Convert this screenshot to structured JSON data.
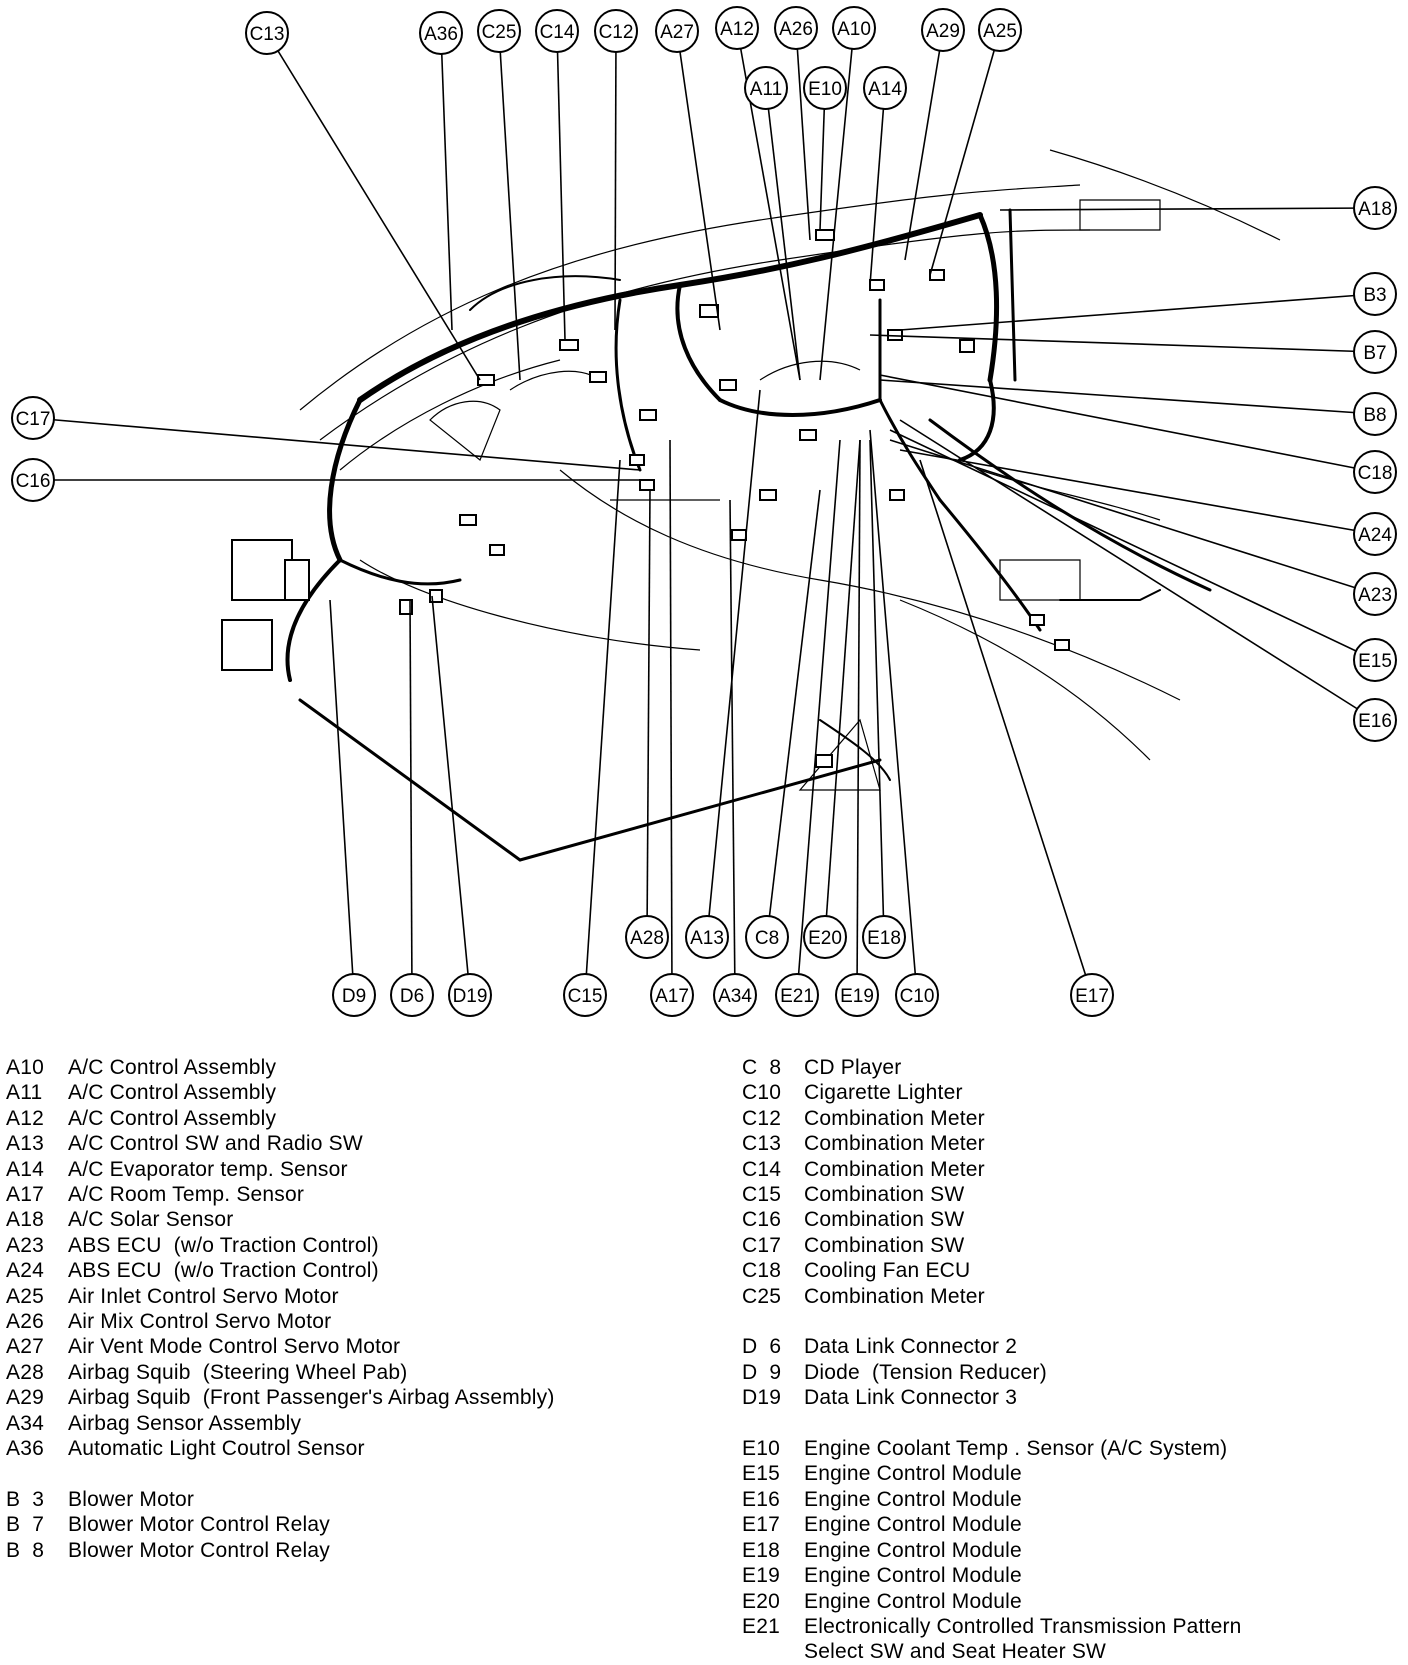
{
  "callouts": [
    {
      "id": "C13"
    },
    {
      "id": "A36"
    },
    {
      "id": "C25"
    },
    {
      "id": "C14"
    },
    {
      "id": "C12"
    },
    {
      "id": "A27"
    },
    {
      "id": "A12"
    },
    {
      "id": "A26"
    },
    {
      "id": "A10"
    },
    {
      "id": "A11"
    },
    {
      "id": "E10"
    },
    {
      "id": "A14"
    },
    {
      "id": "A29"
    },
    {
      "id": "A25"
    },
    {
      "id": "A18"
    },
    {
      "id": "B3"
    },
    {
      "id": "B7"
    },
    {
      "id": "B8"
    },
    {
      "id": "C18"
    },
    {
      "id": "A24"
    },
    {
      "id": "A23"
    },
    {
      "id": "E15"
    },
    {
      "id": "E16"
    },
    {
      "id": "C17"
    },
    {
      "id": "C16"
    },
    {
      "id": "A28"
    },
    {
      "id": "A13"
    },
    {
      "id": "C8"
    },
    {
      "id": "E20"
    },
    {
      "id": "E18"
    },
    {
      "id": "D9"
    },
    {
      "id": "D6"
    },
    {
      "id": "D19"
    },
    {
      "id": "C15"
    },
    {
      "id": "A17"
    },
    {
      "id": "A34"
    },
    {
      "id": "E21"
    },
    {
      "id": "E19"
    },
    {
      "id": "C10"
    },
    {
      "id": "E17"
    }
  ],
  "legend": {
    "left": [
      {
        "code": "A10",
        "desc": "A/C Control Assembly"
      },
      {
        "code": "A11",
        "desc": "A/C Control Assembly"
      },
      {
        "code": "A12",
        "desc": "A/C Control Assembly"
      },
      {
        "code": "A13",
        "desc": "A/C Control SW and Radio SW"
      },
      {
        "code": "A14",
        "desc": "A/C Evaporator temp. Sensor"
      },
      {
        "code": "A17",
        "desc": "A/C Room Temp. Sensor"
      },
      {
        "code": "A18",
        "desc": "A/C Solar Sensor"
      },
      {
        "code": "A23",
        "desc": "ABS ECU  (w/o Traction Control)"
      },
      {
        "code": "A24",
        "desc": "ABS ECU  (w/o Traction Control)"
      },
      {
        "code": "A25",
        "desc": "Air Inlet Control Servo Motor"
      },
      {
        "code": "A26",
        "desc": "Air Mix Control Servo Motor"
      },
      {
        "code": "A27",
        "desc": "Air Vent Mode Control Servo Motor"
      },
      {
        "code": "A28",
        "desc": "Airbag Squib  (Steering Wheel Pab)"
      },
      {
        "code": "A29",
        "desc": "Airbag Squib  (Front Passenger's Airbag Assembly)"
      },
      {
        "code": "A34",
        "desc": "Airbag Sensor Assembly"
      },
      {
        "code": "A36",
        "desc": "Automatic Light Coutrol Sensor"
      },
      {
        "code": "",
        "desc": ""
      },
      {
        "code": "B  3",
        "desc": "Blower Motor"
      },
      {
        "code": "B  7",
        "desc": "Blower Motor Control Relay"
      },
      {
        "code": "B  8",
        "desc": "Blower Motor Control Relay"
      }
    ],
    "right": [
      {
        "code": "C  8",
        "desc": "CD Player"
      },
      {
        "code": "C10",
        "desc": "Cigarette Lighter"
      },
      {
        "code": "C12",
        "desc": "Combination Meter"
      },
      {
        "code": "C13",
        "desc": "Combination Meter"
      },
      {
        "code": "C14",
        "desc": "Combination Meter"
      },
      {
        "code": "C15",
        "desc": "Combination SW"
      },
      {
        "code": "C16",
        "desc": "Combination SW"
      },
      {
        "code": "C17",
        "desc": "Combination SW"
      },
      {
        "code": "C18",
        "desc": "Cooling Fan ECU"
      },
      {
        "code": "C25",
        "desc": "Combination Meter"
      },
      {
        "code": "",
        "desc": ""
      },
      {
        "code": "D  6",
        "desc": "Data Link Connector 2"
      },
      {
        "code": "D  9",
        "desc": "Diode  (Tension Reducer)"
      },
      {
        "code": "D19",
        "desc": "Data Link Connector 3"
      },
      {
        "code": "",
        "desc": ""
      },
      {
        "code": "E10",
        "desc": "Engine Coolant Temp . Sensor (A/C System)"
      },
      {
        "code": "E15",
        "desc": "Engine Control Module"
      },
      {
        "code": "E16",
        "desc": "Engine Control Module"
      },
      {
        "code": "E17",
        "desc": "Engine Control Module"
      },
      {
        "code": "E18",
        "desc": "Engine Control Module"
      },
      {
        "code": "E19",
        "desc": "Engine Control Module"
      },
      {
        "code": "E20",
        "desc": "Engine Control Module"
      },
      {
        "code": "E21",
        "desc": "Electronically Controlled Transmission Pattern"
      },
      {
        "code": "",
        "desc": "Select SW and Seat Heater SW"
      }
    ]
  }
}
